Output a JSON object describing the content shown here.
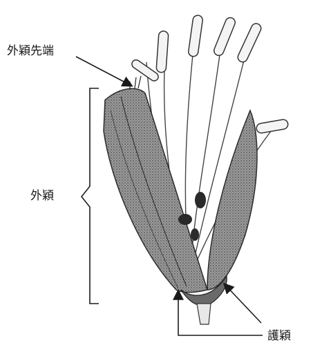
{
  "labels": {
    "lemma_tip": "外穎先端",
    "lemma": "外穎",
    "glume": "護穎"
  },
  "colors": {
    "ink": "#1a1a1a",
    "bract_fill": "#8a8a8a",
    "bract_shade": "#4a4a4a",
    "anther_fill": "#f4f4f4"
  },
  "icons": {
    "arrow": "arrowhead",
    "bracket": "curly-brace"
  }
}
